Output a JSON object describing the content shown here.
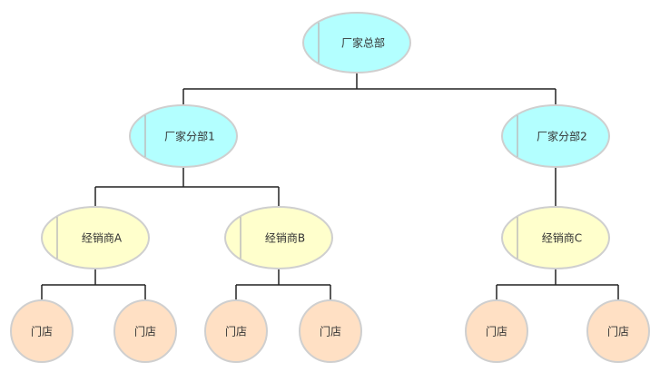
{
  "colors": {
    "headquarters_fill": "#b3ffff",
    "branch_fill": "#b3ffff",
    "dealer_fill": "#ffffcc",
    "store_fill": "#ffe0c4",
    "border": "#cfcfcf",
    "connector": "#222222"
  },
  "nodes": {
    "hq": {
      "label": "厂家总部",
      "kind": "headquarters"
    },
    "branch1": {
      "label": "厂家分部1",
      "kind": "branch"
    },
    "branch2": {
      "label": "厂家分部2",
      "kind": "branch"
    },
    "dealerA": {
      "label": "经销商A",
      "kind": "dealer"
    },
    "dealerB": {
      "label": "经销商B",
      "kind": "dealer"
    },
    "dealerC": {
      "label": "经销商C",
      "kind": "dealer"
    },
    "store1": {
      "label": "门店",
      "kind": "store"
    },
    "store2": {
      "label": "门店",
      "kind": "store"
    },
    "store3": {
      "label": "门店",
      "kind": "store"
    },
    "store4": {
      "label": "门店",
      "kind": "store"
    },
    "store5": {
      "label": "门店",
      "kind": "store"
    },
    "store6": {
      "label": "门店",
      "kind": "store"
    }
  },
  "edges": [
    [
      "hq",
      "branch1"
    ],
    [
      "hq",
      "branch2"
    ],
    [
      "branch1",
      "dealerA"
    ],
    [
      "branch1",
      "dealerB"
    ],
    [
      "branch2",
      "dealerC"
    ],
    [
      "dealerA",
      "store1"
    ],
    [
      "dealerA",
      "store2"
    ],
    [
      "dealerB",
      "store3"
    ],
    [
      "dealerB",
      "store4"
    ],
    [
      "dealerC",
      "store5"
    ],
    [
      "dealerC",
      "store6"
    ]
  ]
}
